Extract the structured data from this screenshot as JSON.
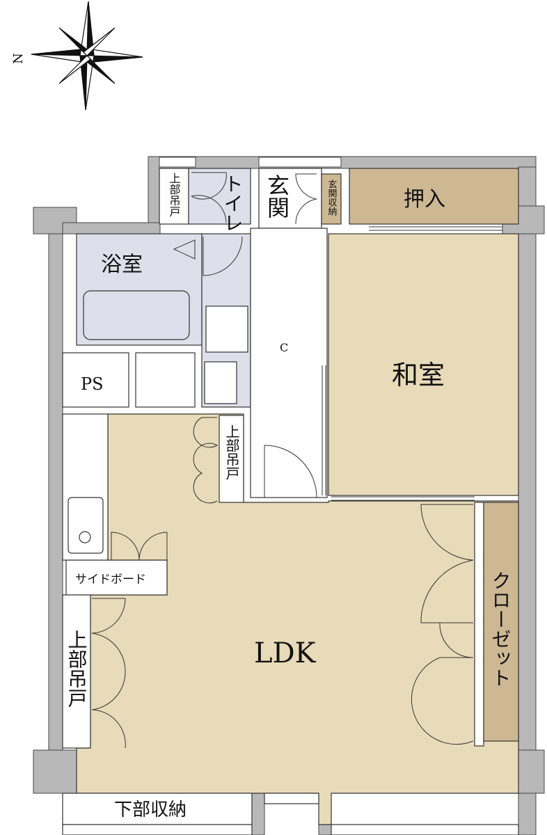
{
  "compass": {
    "north_label": "N"
  },
  "rooms": {
    "toilet": "トイレ",
    "entrance": "玄関",
    "entrance_storage": "玄関収納",
    "oshiire": "押入",
    "bath": "浴室",
    "washitsu": "和室",
    "ps": "PS",
    "ldk": "LDK",
    "closet": "クローゼット",
    "sideboard": "サイドボード",
    "upper_cabinet": "上部吊戸",
    "lower_storage": "下部収納",
    "corridor_mark": "C"
  },
  "colors": {
    "wall": "#b8b8b8",
    "living": "#e8dbb9",
    "storage": "#cdb893",
    "wet": "#dde0ea"
  }
}
